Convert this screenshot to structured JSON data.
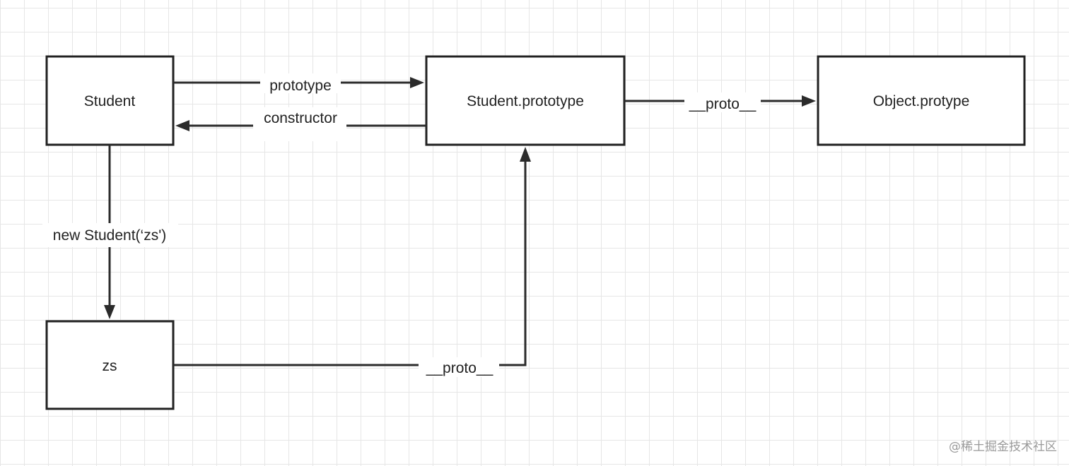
{
  "nodes": {
    "student": "Student",
    "student_prototype": "Student.prototype",
    "object_prototype": "Object.protype",
    "zs": "zs"
  },
  "edges": {
    "prototype": "prototype",
    "constructor": "constructor",
    "proto_student_to_object": "__proto__",
    "new_student": "new Student(‘zs')",
    "proto_zs_to_student_prototype": "__proto__"
  },
  "watermark": "@稀土掘金技术社区"
}
